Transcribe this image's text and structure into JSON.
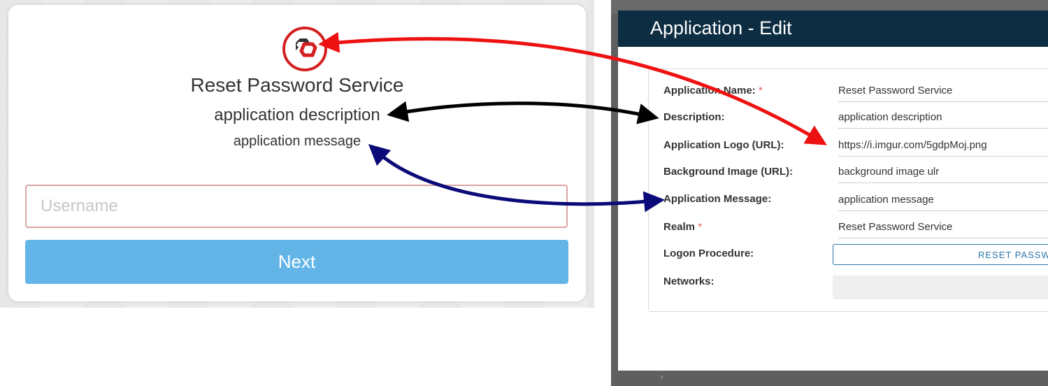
{
  "login": {
    "title": "Reset Password Service",
    "description": "application description",
    "message": "application message",
    "username_placeholder": "Username",
    "next_label": "Next"
  },
  "edit": {
    "title": "Application - Edit",
    "fields": [
      {
        "label": "Application Name:",
        "required": "*",
        "value": "Reset Password Service"
      },
      {
        "label": "Description:",
        "required": "",
        "value": "application description"
      },
      {
        "label": "Application Logo (URL):",
        "required": "",
        "value": "https://i.imgur.com/5gdpMoj.png"
      },
      {
        "label": "Background Image (URL):",
        "required": "",
        "value": "background image ulr"
      },
      {
        "label": "Application Message:",
        "required": "",
        "value": "application message"
      },
      {
        "label": "Realm",
        "required": "*",
        "value": "Reset Password Service"
      },
      {
        "label": "Logon Procedure:",
        "required": "",
        "value": ""
      },
      {
        "label": "Networks:",
        "required": "",
        "value": ""
      }
    ],
    "logon_button_label": "RESET PASSW"
  },
  "colors": {
    "header_bg": "#0d2d42",
    "next_button": "#63b5e8",
    "arrow_red": "#ee1111",
    "arrow_black": "#000000",
    "arrow_navy": "#0a0a78"
  },
  "icons": {
    "logo": "app-logo-icon",
    "chevron": "chevron-right-icon"
  }
}
